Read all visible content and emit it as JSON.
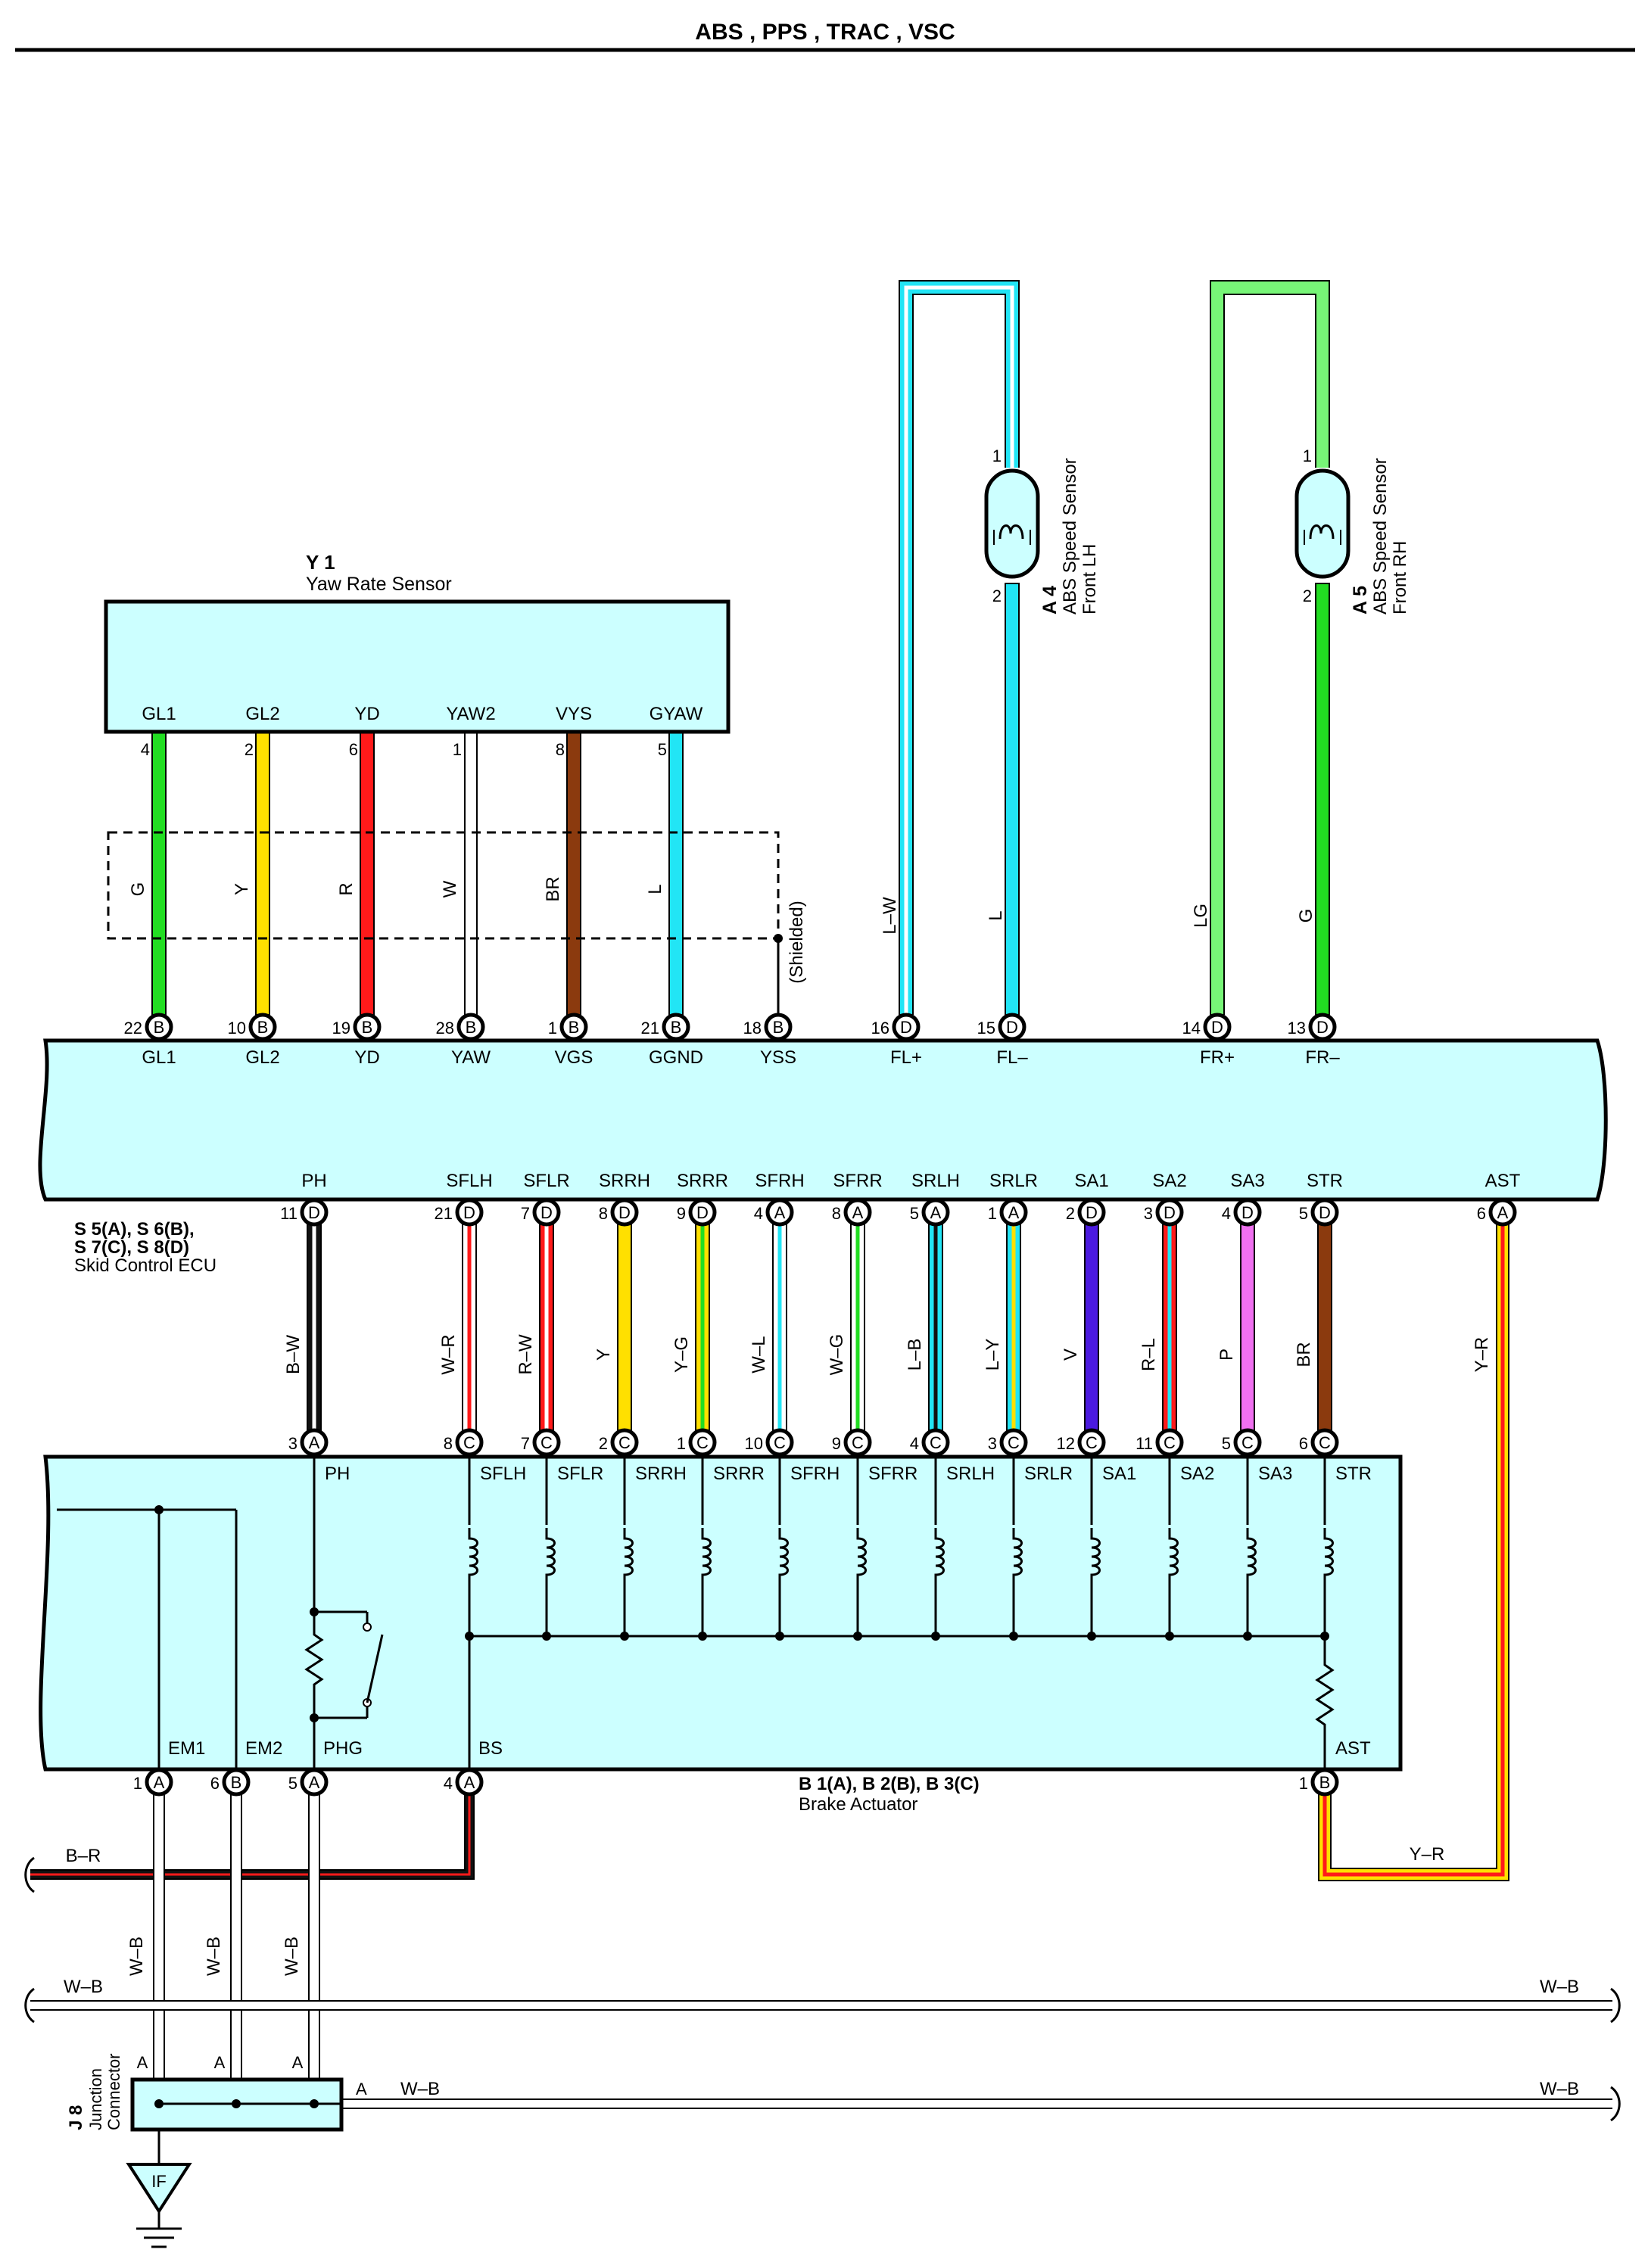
{
  "header": {
    "title": "ABS , PPS , TRAC , VSC"
  },
  "colors": {
    "box_fill": "#CCFFFF",
    "G": "#22DD22",
    "Y": "#FFE000",
    "R": "#FF1A1A",
    "W": "#FFFFFF",
    "BR": "#8B3A0E",
    "L": "#22E5F5",
    "LG": "#77F577",
    "B": "#111111",
    "V": "#4B1AE0",
    "P": "#F070F0"
  },
  "yaw_sensor": {
    "code": "Y 1",
    "name": "Yaw Rate Sensor",
    "shield_label": "(Shielded)",
    "pins": [
      {
        "label": "GL1",
        "pin": "4",
        "wire": "G",
        "ecu_pin": "22",
        "ecu_conn": "B",
        "ecu_label": "GL1"
      },
      {
        "label": "GL2",
        "pin": "2",
        "wire": "Y",
        "ecu_pin": "10",
        "ecu_conn": "B",
        "ecu_label": "GL2"
      },
      {
        "label": "YD",
        "pin": "6",
        "wire": "R",
        "ecu_pin": "19",
        "ecu_conn": "B",
        "ecu_label": "YD"
      },
      {
        "label": "YAW2",
        "pin": "1",
        "wire": "W",
        "ecu_pin": "28",
        "ecu_conn": "B",
        "ecu_label": "YAW"
      },
      {
        "label": "VYS",
        "pin": "8",
        "wire": "BR",
        "ecu_pin": "1",
        "ecu_conn": "B",
        "ecu_label": "VGS"
      },
      {
        "label": "GYAW",
        "pin": "5",
        "wire": "L",
        "ecu_pin": "21",
        "ecu_conn": "B",
        "ecu_label": "GGND"
      }
    ],
    "yss": {
      "ecu_pin": "18",
      "ecu_conn": "B",
      "ecu_label": "YSS"
    }
  },
  "speed_sensors": [
    {
      "code": "A 4",
      "name": "ABS Speed Sensor",
      "side": "Front LH",
      "pin_top": "1",
      "pin_bottom": "2",
      "wires": [
        {
          "color": "L-W",
          "ecu_pin": "16",
          "ecu_conn": "D",
          "ecu_label": "FL+"
        },
        {
          "color": "L",
          "ecu_pin": "15",
          "ecu_conn": "D",
          "ecu_label": "FL–"
        }
      ]
    },
    {
      "code": "A 5",
      "name": "ABS Speed Sensor",
      "side": "Front RH",
      "pin_top": "1",
      "pin_bottom": "2",
      "wires": [
        {
          "color": "LG",
          "ecu_pin": "14",
          "ecu_conn": "D",
          "ecu_label": "FR+"
        },
        {
          "color": "G",
          "ecu_pin": "13",
          "ecu_conn": "D",
          "ecu_label": "FR–"
        }
      ]
    }
  ],
  "ecu": {
    "line1": "S 5(A), S 6(B),",
    "line2": "S 7(C), S 8(D)",
    "name": "Skid Control ECU"
  },
  "wire_labels": {
    "G": "G",
    "Y": "Y",
    "R": "R",
    "W": "W",
    "BR": "BR",
    "L": "L",
    "LW": "L–W",
    "LG": "LG"
  },
  "ecu_bottom": [
    {
      "label": "PH",
      "pin": "11",
      "conn": "D",
      "wire": "B–W",
      "act_pin": "3",
      "act_conn": "A",
      "act_label": "PH"
    },
    {
      "label": "SFLH",
      "pin": "21",
      "conn": "D",
      "wire": "W–R",
      "act_pin": "8",
      "act_conn": "C",
      "act_label": "SFLH"
    },
    {
      "label": "SFLR",
      "pin": "7",
      "conn": "D",
      "wire": "R–W",
      "act_pin": "7",
      "act_conn": "C",
      "act_label": "SFLR"
    },
    {
      "label": "SRRH",
      "pin": "8",
      "conn": "D",
      "wire": "Y",
      "act_pin": "2",
      "act_conn": "C",
      "act_label": "SRRH"
    },
    {
      "label": "SRRR",
      "pin": "9",
      "conn": "D",
      "wire": "Y–G",
      "act_pin": "1",
      "act_conn": "C",
      "act_label": "SRRR"
    },
    {
      "label": "SFRH",
      "pin": "4",
      "conn": "A",
      "wire": "W–L",
      "act_pin": "10",
      "act_conn": "C",
      "act_label": "SFRH"
    },
    {
      "label": "SFRR",
      "pin": "8",
      "conn": "A",
      "wire": "W–G",
      "act_pin": "9",
      "act_conn": "C",
      "act_label": "SFRR"
    },
    {
      "label": "SRLH",
      "pin": "5",
      "conn": "A",
      "wire": "L–B",
      "act_pin": "4",
      "act_conn": "C",
      "act_label": "SRLH"
    },
    {
      "label": "SRLR",
      "pin": "1",
      "conn": "A",
      "wire": "L–Y",
      "act_pin": "3",
      "act_conn": "C",
      "act_label": "SRLR"
    },
    {
      "label": "SA1",
      "pin": "2",
      "conn": "D",
      "wire": "V",
      "act_pin": "12",
      "act_conn": "C",
      "act_label": "SA1"
    },
    {
      "label": "SA2",
      "pin": "3",
      "conn": "D",
      "wire": "R–L",
      "act_pin": "11",
      "act_conn": "C",
      "act_label": "SA2"
    },
    {
      "label": "SA3",
      "pin": "4",
      "conn": "D",
      "wire": "P",
      "act_pin": "5",
      "act_conn": "C",
      "act_label": "SA3"
    },
    {
      "label": "STR",
      "pin": "5",
      "conn": "D",
      "wire": "BR",
      "act_pin": "6",
      "act_conn": "C",
      "act_label": "STR"
    }
  ],
  "ast": {
    "label": "AST",
    "pin": "6",
    "conn": "A",
    "wire": "Y–R",
    "act_pin": "1",
    "act_conn": "B",
    "act_label": "AST"
  },
  "actuator": {
    "line1": "B 1(A), B 2(B), B 3(C)",
    "name": "Brake Actuator",
    "bottom_pins": [
      {
        "label": "EM1",
        "pin": "1",
        "conn": "A"
      },
      {
        "label": "EM2",
        "pin": "6",
        "conn": "B"
      },
      {
        "label": "PHG",
        "pin": "5",
        "conn": "A"
      },
      {
        "label": "BS",
        "pin": "4",
        "conn": "A"
      }
    ],
    "bs_wire": "B–R",
    "em_wire": "W–B"
  },
  "junction": {
    "code": "J 8",
    "name_line1": "Junction",
    "name_line2": "Connector",
    "pin_letter": "A",
    "out_wire": "W–B",
    "ground": "IF"
  },
  "bus_wire": "W–B"
}
